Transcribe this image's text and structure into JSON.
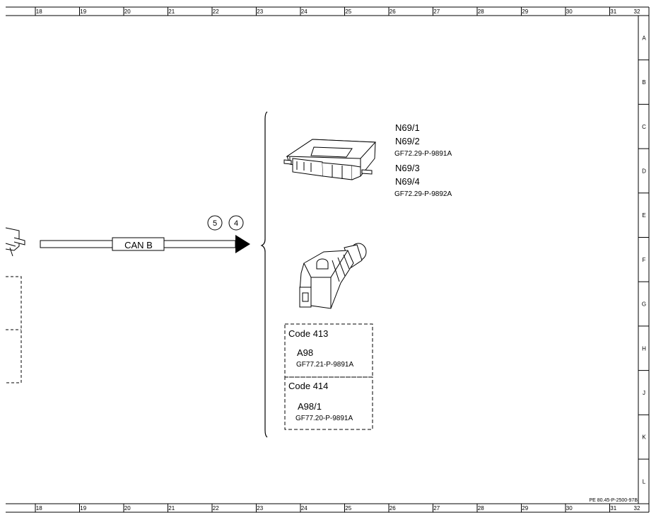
{
  "grid": {
    "columns": [
      "18",
      "19",
      "20",
      "21",
      "22",
      "23",
      "24",
      "25",
      "26",
      "27",
      "28",
      "29",
      "30",
      "31",
      "32"
    ],
    "rows": [
      "A",
      "B",
      "C",
      "D",
      "E",
      "F",
      "G",
      "H",
      "J",
      "K",
      "L"
    ]
  },
  "bus": {
    "label": "CAN B",
    "circles": [
      "5",
      "4"
    ]
  },
  "module": {
    "label_1": "N69/1",
    "label_2": "N69/2",
    "ref_1": "GF72.29-P-9891A",
    "label_3": "N69/3",
    "label_4": "N69/4",
    "ref_2": "GF72.29-P-9892A"
  },
  "box_413": {
    "code": "Code 413",
    "name": "A98",
    "ref": "GF77.21-P-9891A"
  },
  "box_414": {
    "code": "Code 414",
    "name": "A98/1",
    "ref": "GF77.20-P-9891A"
  },
  "drawing_number": "PE 80.45-P-2500-97B"
}
